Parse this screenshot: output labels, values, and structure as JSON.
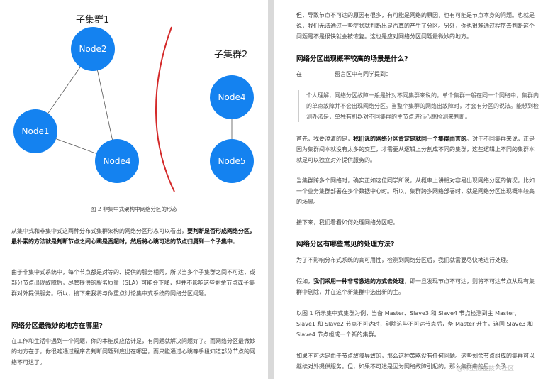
{
  "left_page": {
    "cluster1_label": "子集群1",
    "cluster2_label": "子集群2",
    "nodes": {
      "node1": "Node1",
      "node2": "Node2",
      "node3": "Node4",
      "node4": "Node4",
      "node5": "Node5"
    },
    "caption": "图 2 非集中式架构中网络分区的形态",
    "p1_a": "从集中式和非集中式这两种分布式集群架构的网络分区形态可以看出，",
    "p1_b": "要判断是否形成网络分区，最朴素的方法就是判断节点之间心跳是否超时，然后将心跳可达的节点归属到一个子集中",
    "p1_c": "。",
    "p2": "由于非集中式系统中，每个节点都是对等的、提供的服务相同，所以当多个子集群之间不可达，或部分节点出现故障后，尽管提供的服务质量（SLA）可能会下降，但并不影响这些剩余节点或子集群对外提供服务。所以，接下来我将与你重点讨论集中式系统的网络分区问题。",
    "h1": "网络分区最微妙的地方在哪里?",
    "p3": "在工作和生活中遇到一个问题，你的本能反应估计是，有问题就解决问题好了。而网络分区最微妙的地方在于，你很难通过程序去判断问题到底出在哪里，而只能通过心跳等手段知道部分节点的网络不可达了。"
  },
  "right_page": {
    "p1": "但，导致节点不可达的原因有很多，有可能是网络的原因，也有可能是节点本身的问题。也就是说，我们无法通过一些症状就判断出是否真的产生了分区。另外，你也很难通过程序去判断这个问题是不是很快就会被恢复。这也是应对网络分区问题最微妙的地方。",
    "h1": "网络分区出现概率较高的场景是什么?",
    "p2_a": "在",
    "p2_b": "留言区中有同学提到：",
    "quote": "个人理解，网络分区故障一般是针对不同集群来说的，单个集群一般在同一个网络中，集群内的单点故障并不会出现网络分区。当整个集群的网络出故障时，才会有分区的说法。能想到检测办法是，单独有机器对不同集群的主节点进行心跳检测来判断。",
    "p3_a": "首先，我要澄清的是，",
    "p3_b": "我们说的网络分区肯定是就同一个集群而言的",
    "p3_c": "。对于不同集群来说，正是因为集群间本就没有太多的交互，才需要从逻辑上分割成不同的集群，这些逻辑上不同的集群本就是可以独立对外提供服务的。",
    "p4": "当集群跨多个网络时，确实正如这位同学所说，从概率上讲相对容易出现网络分区的情况，比如一个业务集群部署在多个数据中心时。所以，集群跨多网络部署时，就是网络分区出现概率较高的场景。",
    "p5": "接下来，我们看看如何处理网络分区吧。",
    "h2": "网络分区有哪些常见的处理方法?",
    "p6": "为了不影响分布式系统的高可用性，检测到网络分区后，我们就需要尽快地进行处理。",
    "p7_a": "假如，",
    "p7_b": "我们采用一种非常激进的方式去处理",
    "p7_c": "，即一旦发现节点不可达，则将不可达节点从现有集群中剔除，并在这个新集群中选出新的主。",
    "p8": "以图 1 所示集中式集群为例，当备 Master、Slave3 和 Slave4 节点检测到主 Master、Slave1 和 Slave2 节点不可达时，剔除这些不可达节点后，备 Master 升主，连同 Slave3 和 Slave4 节点组成一个新的集群。",
    "p9": "如果不可达是由于节点故障导致的，那么这种策略没有任何问题。这些剩余节点组成的集群可以继续对外提供服务。但，如果不可达是因为网络故障引起的，那么集群中的另一个子",
    "watermark": "@稀土掘金技术社区"
  },
  "colors": {
    "node_fill": "#1482f0",
    "divider_curve": "#d42a2a"
  }
}
